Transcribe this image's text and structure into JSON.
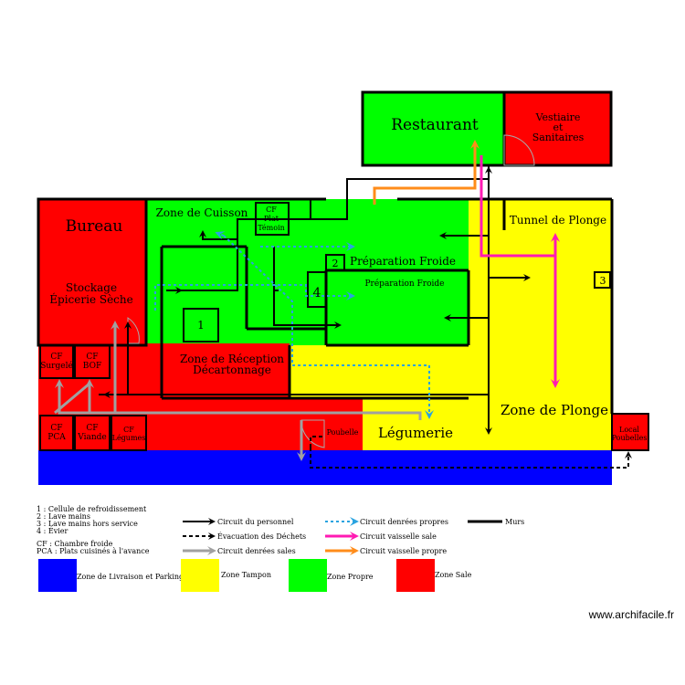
{
  "colors": {
    "zone_livraison": "#0000ff",
    "zone_tampon": "#ffff00",
    "zone_propre": "#00ff00",
    "zone_sale": "#ff0000",
    "circuit_personnel": "#000000",
    "circuit_denrees_propres": "#29a3e0",
    "circuit_vaisselle_sale": "#ff1ab3",
    "circuit_vaisselle_propre": "#ff8c1a",
    "circuit_denrees_sales": "#a0a0a0"
  },
  "rooms": {
    "restaurant": "Restaurant",
    "vestiaire_1": "Vestiaire",
    "vestiaire_2": "et",
    "vestiaire_3": "Sanitaires",
    "bureau": "Bureau",
    "stockage_1": "Stockage",
    "stockage_2": "Épicerie Sèche",
    "zone_cuisson": "Zone de Cuisson",
    "cf_plat_1": "CF",
    "cf_plat_2": "Plat",
    "cf_plat_3": "Témoin",
    "prep_froide_1": "Préparation Froide",
    "prep_froide_2": "Préparation Froide",
    "tunnel_plonge": "Tunnel de Plonge",
    "zone_plonge": "Zone de Plonge",
    "zone_reception_1": "Zone de Réception",
    "zone_reception_2": "Décartonnage",
    "legumerie": "Légumerie",
    "poubelle": "Poubelle",
    "local_poubelles_1": "Local",
    "local_poubelles_2": "Poubelles",
    "cf_surgele_1": "CF",
    "cf_surgele_2": "Surgelé",
    "cf_bof_1": "CF",
    "cf_bof_2": "BOF",
    "cf_pca_1": "CF",
    "cf_pca_2": "PCA",
    "cf_viande_1": "CF",
    "cf_viande_2": "Viande",
    "cf_legumes_1": "CF",
    "cf_legumes_2": "Légumes",
    "num_1": "1",
    "num_2": "2",
    "num_3": "3",
    "num_4": "4"
  },
  "notes": [
    "1 : Cellule de refroidissement",
    "2 : Lave mains",
    "3 : Lave mains hors service",
    "4 : Évier",
    "CF : Chambre froide",
    "PCA : Plats cuisinés à l'avance"
  ],
  "legend": {
    "circuits": [
      "Circuit du personnel",
      "Évacuation des Déchets",
      "Circuit denrées sales",
      "Circuit denrées propres",
      "Circuit vaisselle sale",
      "Circuit vaisselle propre",
      "Murs"
    ],
    "zones": [
      "Zone de Livraison et Parking",
      "Zone Tampon",
      "Zone Propre",
      "Zone Sale"
    ]
  },
  "watermark": "www.archifacile.fr"
}
